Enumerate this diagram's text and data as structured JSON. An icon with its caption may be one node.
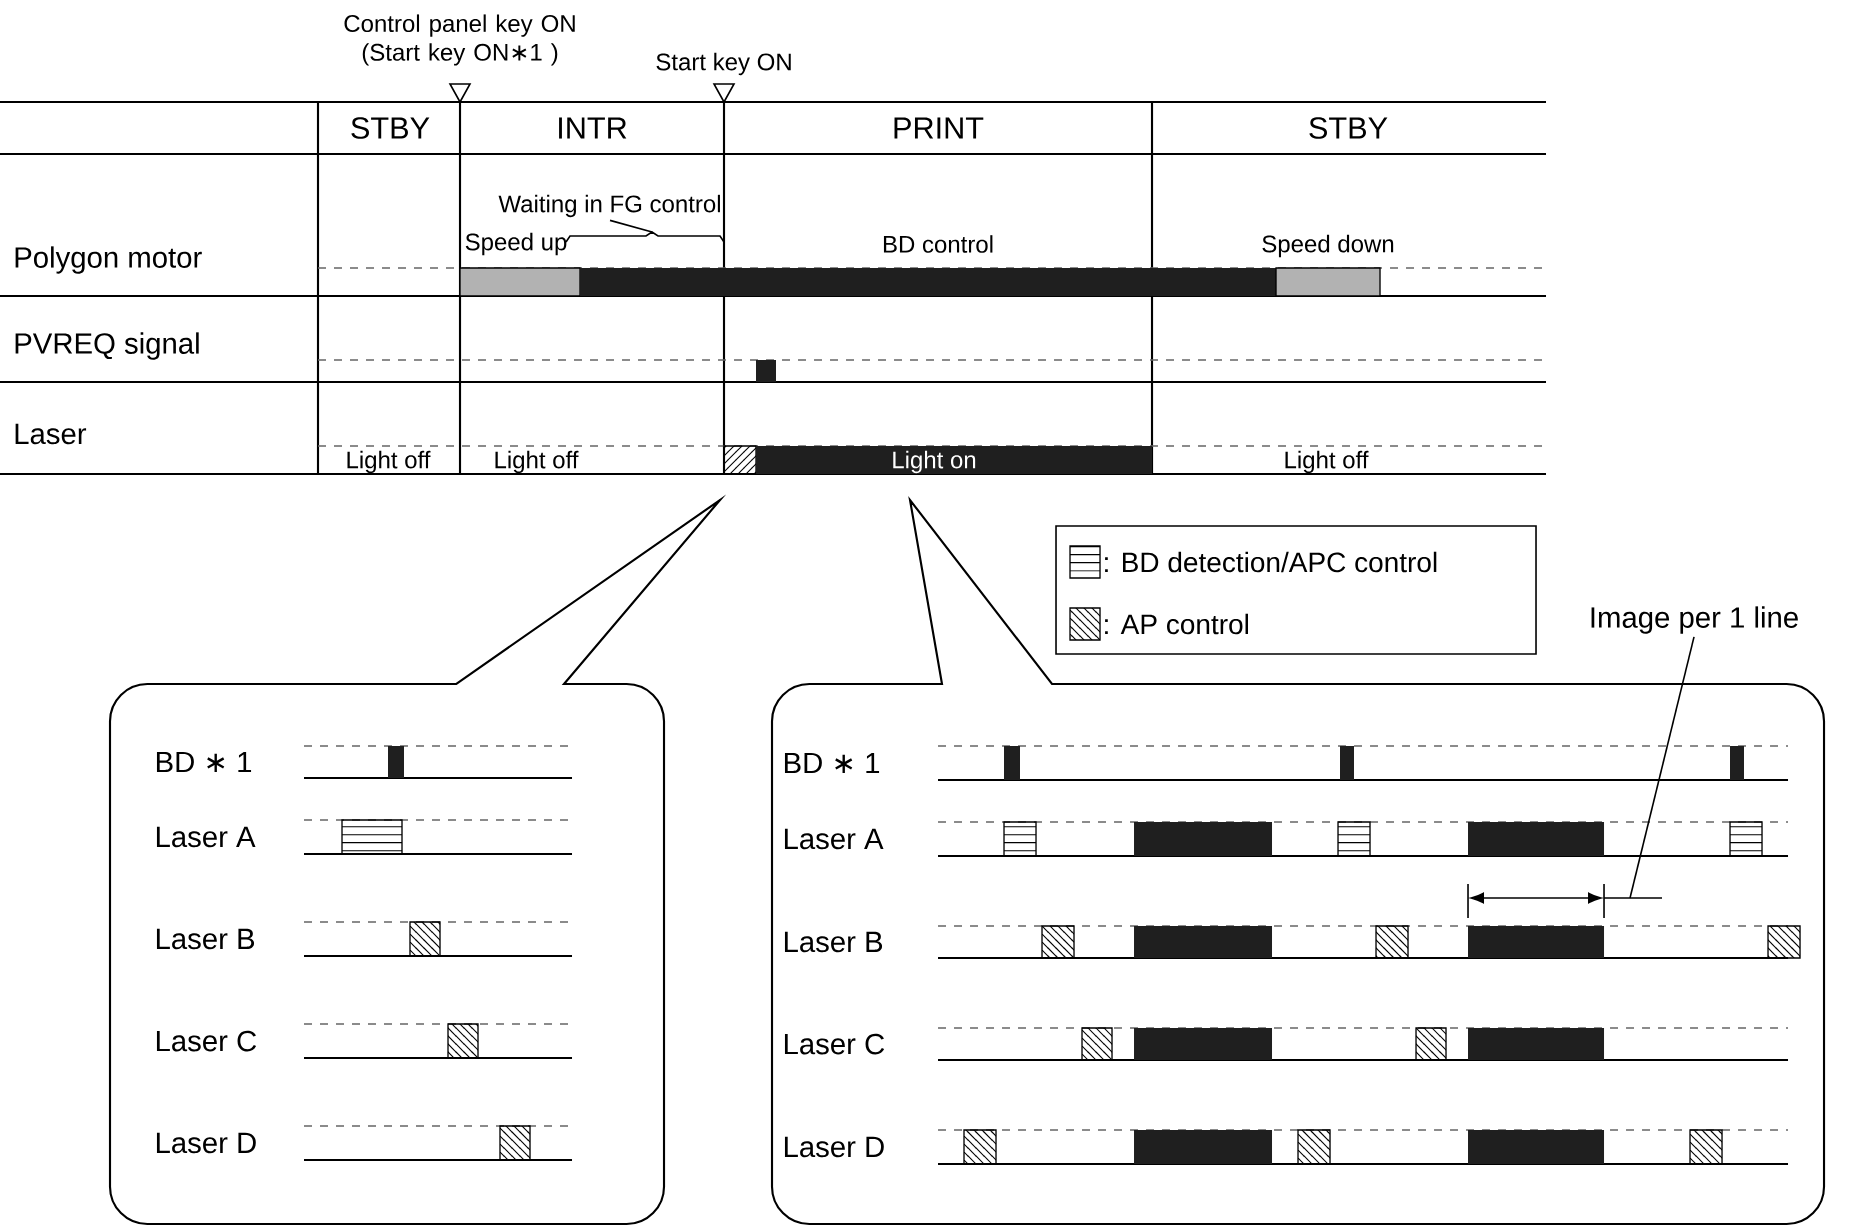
{
  "diagram": {
    "nodes": [
      {
        "text": [
          "BD ∗ 1",
          "Laser A",
          "Laser B",
          "Laser C",
          "Laser D"
        ]
      },
      {
        "text": [
          "BD ∗ 1",
          "Laser A",
          "Laser B",
          "Laser C",
          "Laser D"
        ]
      },
      {
        "text": [
          "Image per 1 line"
        ]
      },
      {
        "text": [
          "Waiting in FG control"
        ]
      }
    ],
    "edges": [
      {
        "from": 2,
        "to": 1,
        "arrow": "none"
      },
      {
        "from": 3,
        "to": null,
        "arrow": "none"
      }
    ],
    "labels": [
      "Control panel key ON (Start key ON∗1 )",
      "Start key ON",
      "STBY",
      "INTR",
      "PRINT",
      "STBY",
      "Polygon motor",
      "Speed up",
      "BD control",
      "Speed down",
      "PVREQ signal",
      "Laser",
      "Light off",
      "Light off",
      "Light on",
      "Light off"
    ],
    "legend": [
      {
        "text": ": BD detection/APC control"
      },
      {
        "text": ": AP control"
      }
    ]
  }
}
